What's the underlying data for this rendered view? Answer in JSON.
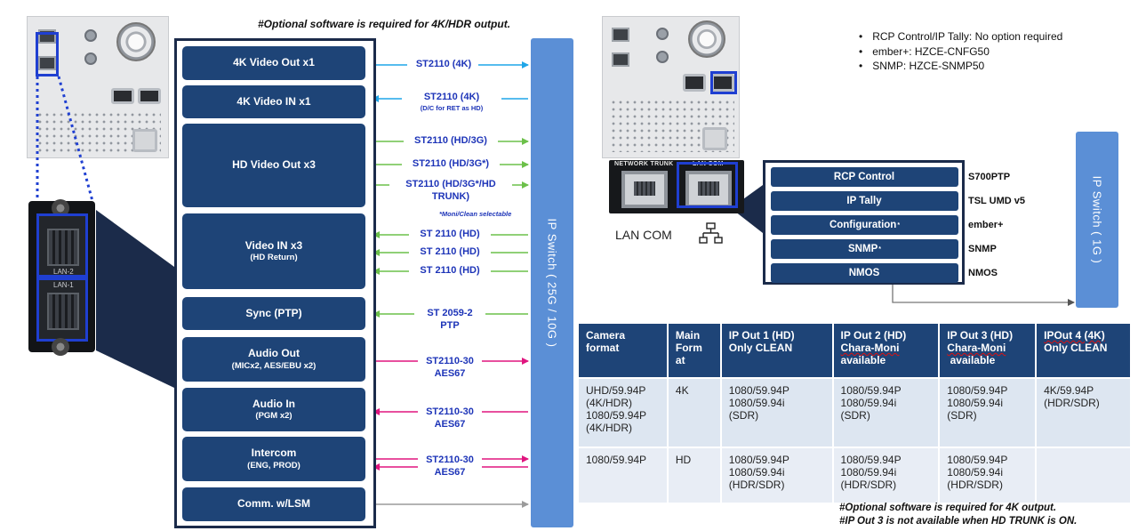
{
  "top_note": "#Optional software is required for 4K/HDR output.",
  "module_blocks": [
    {
      "title": "4K Video Out x1",
      "sub": ""
    },
    {
      "title": "4K Video IN x1",
      "sub": ""
    },
    {
      "title": "HD Video Out x3",
      "sub": ""
    },
    {
      "title": "Video IN x3",
      "sub": "(HD Return)"
    },
    {
      "title": "Sync (PTP)",
      "sub": ""
    },
    {
      "title": "Audio Out",
      "sub": "(MICx2, AES/EBU x2)"
    },
    {
      "title": "Audio In",
      "sub": "(PGM x2)"
    },
    {
      "title": "Intercom",
      "sub": "(ENG, PROD)"
    },
    {
      "title": "Comm. w/LSM",
      "sub": ""
    }
  ],
  "signals": {
    "st2110_4k_out": "ST2110 (4K)",
    "st2110_4k_in": "ST2110 (4K)",
    "st2110_4k_in_sub": "(D/C for RET as HD)",
    "hd_out_1": "ST2110 (HD/3G)",
    "hd_out_2": "ST2110 (HD/3G*)",
    "hd_out_3a": "ST2110 (HD/3G*/HD",
    "hd_out_3b": "TRUNK)",
    "moni_note": "*Moni/Clean selectable",
    "hd_in_1": "ST 2110 (HD)",
    "hd_in_2": "ST 2110 (HD)",
    "hd_in_3": "ST 2110 (HD)",
    "sync_a": "ST 2059-2",
    "sync_b": "PTP",
    "audio_out_a": "ST2110-30",
    "audio_out_b": "AES67",
    "audio_in_a": "ST2110-30",
    "audio_in_b": "AES67",
    "intercom_a": "ST2110-30",
    "intercom_b": "AES67"
  },
  "ip_switch_main": "IP Switch ( 25G / 10G )",
  "ip_switch_right": "IP Switch ( 1G )",
  "left_connector": {
    "lan2": "LAN-2",
    "lan1": "LAN-1"
  },
  "right_bullets": [
    "RCP Control/IP Tally: No option required",
    "ember+: HZCE-CNFG50",
    "SNMP: HZCE-SNMP50"
  ],
  "network_trunk_label": "NETWORK TRUNK",
  "lan_com_small": "LAN COM",
  "lan_com_label": "LAN COM",
  "control_rows": [
    {
      "name": "RCP Control",
      "star": "",
      "value": "S700PTP"
    },
    {
      "name": "IP Tally",
      "star": "",
      "value": "TSL UMD v5"
    },
    {
      "name": "Configuration",
      "star": "*",
      "value": "ember+"
    },
    {
      "name": "SNMP",
      "star": "*",
      "value": "SNMP"
    },
    {
      "name": "NMOS",
      "star": "",
      "value": "NMOS"
    }
  ],
  "table": {
    "headers": [
      [
        "Camera",
        "format"
      ],
      [
        "Main",
        "Form",
        "at"
      ],
      [
        "IP Out 1 (HD)",
        "Only CLEAN"
      ],
      [
        "IP Out 2 (HD)",
        "Chara-Moni",
        "available"
      ],
      [
        "IP Out 3 (HD)",
        "Chara-Moni",
        " available"
      ],
      [
        "IPOut 4 (4K)",
        "Only CLEAN"
      ]
    ],
    "rows": [
      [
        [
          "UHD/59.94P",
          "(4K/HDR)",
          "1080/59.94P",
          "(4K/HDR)"
        ],
        [
          "4K"
        ],
        [
          "1080/59.94P",
          "1080/59.94i",
          "(SDR)"
        ],
        [
          "1080/59.94P",
          "1080/59.94i",
          "(SDR)"
        ],
        [
          "1080/59.94P",
          "1080/59.94i",
          "(SDR)"
        ],
        [
          "4K/59.94P",
          "(HDR/SDR)"
        ]
      ],
      [
        [
          "1080/59.94P"
        ],
        [
          "HD"
        ],
        [
          "1080/59.94P",
          "1080/59.94i",
          "(HDR/SDR)"
        ],
        [
          "1080/59.94P",
          "1080/59.94i",
          "(HDR/SDR)"
        ],
        [
          "1080/59.94P",
          "1080/59.94i",
          "(HDR/SDR)"
        ],
        [
          ""
        ]
      ]
    ]
  },
  "bottom_notes": [
    "#Optional software is required for 4K output.",
    "#IP Out 3 is not available when HD TRUNK is ON."
  ],
  "colors": {
    "block": "#1e4477",
    "switch": "#5b8fd6",
    "highlight": "#1f3fd1",
    "arrow_4k": "#1fa6e8",
    "arrow_hd": "#6cc04a",
    "arrow_audio": "#e0157f",
    "arrow_comm": "#9b9b9b",
    "label_text": "#1d34b8"
  }
}
